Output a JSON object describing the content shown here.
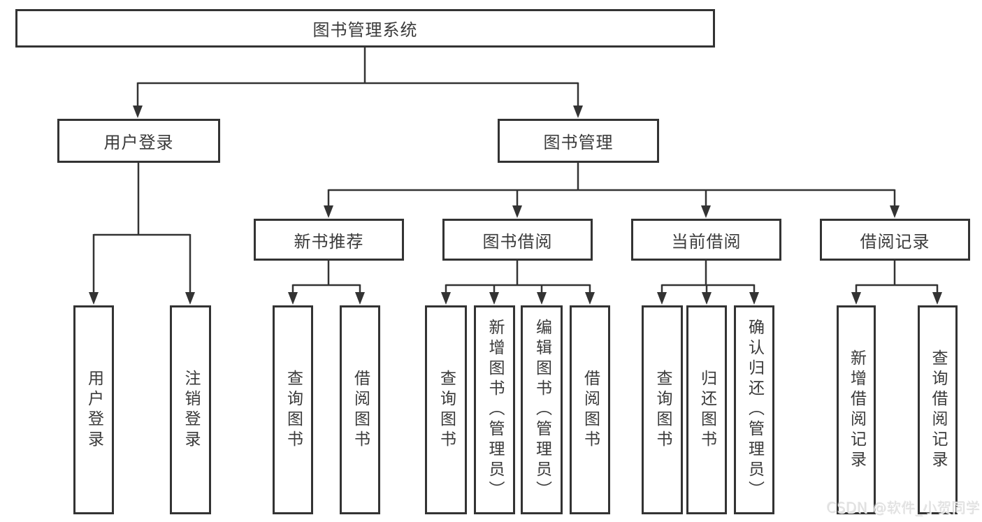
{
  "diagram_type": "hierarchy",
  "tree": {
    "root": {
      "label": "图书管理系统"
    },
    "branches": [
      {
        "label": "用户登录",
        "children": [
          {
            "label": "用户登录"
          },
          {
            "label": "注销登录"
          }
        ]
      },
      {
        "label": "图书管理",
        "children": [
          {
            "label": "新书推荐",
            "children": [
              {
                "label": "查询图书"
              },
              {
                "label": "借阅图书"
              }
            ]
          },
          {
            "label": "图书借阅",
            "children": [
              {
                "label": "查询图书"
              },
              {
                "label": "新增图书（管理员）"
              },
              {
                "label": "编辑图书（管理员）"
              },
              {
                "label": "借阅图书"
              }
            ]
          },
          {
            "label": "当前借阅",
            "children": [
              {
                "label": "查询图书"
              },
              {
                "label": "归还图书"
              },
              {
                "label": "确认归还（管理员）"
              }
            ]
          },
          {
            "label": "借阅记录",
            "children": [
              {
                "label": "新增借阅记录"
              },
              {
                "label": "查询借阅记录"
              }
            ]
          }
        ]
      }
    ]
  },
  "watermark": {
    "text": "CSDN @软件_小贺同学"
  },
  "colors": {
    "line": "#333333",
    "box_border": "#333333",
    "text": "#3a3a3a",
    "background": "#ffffff",
    "watermark_text": "#dedede"
  }
}
